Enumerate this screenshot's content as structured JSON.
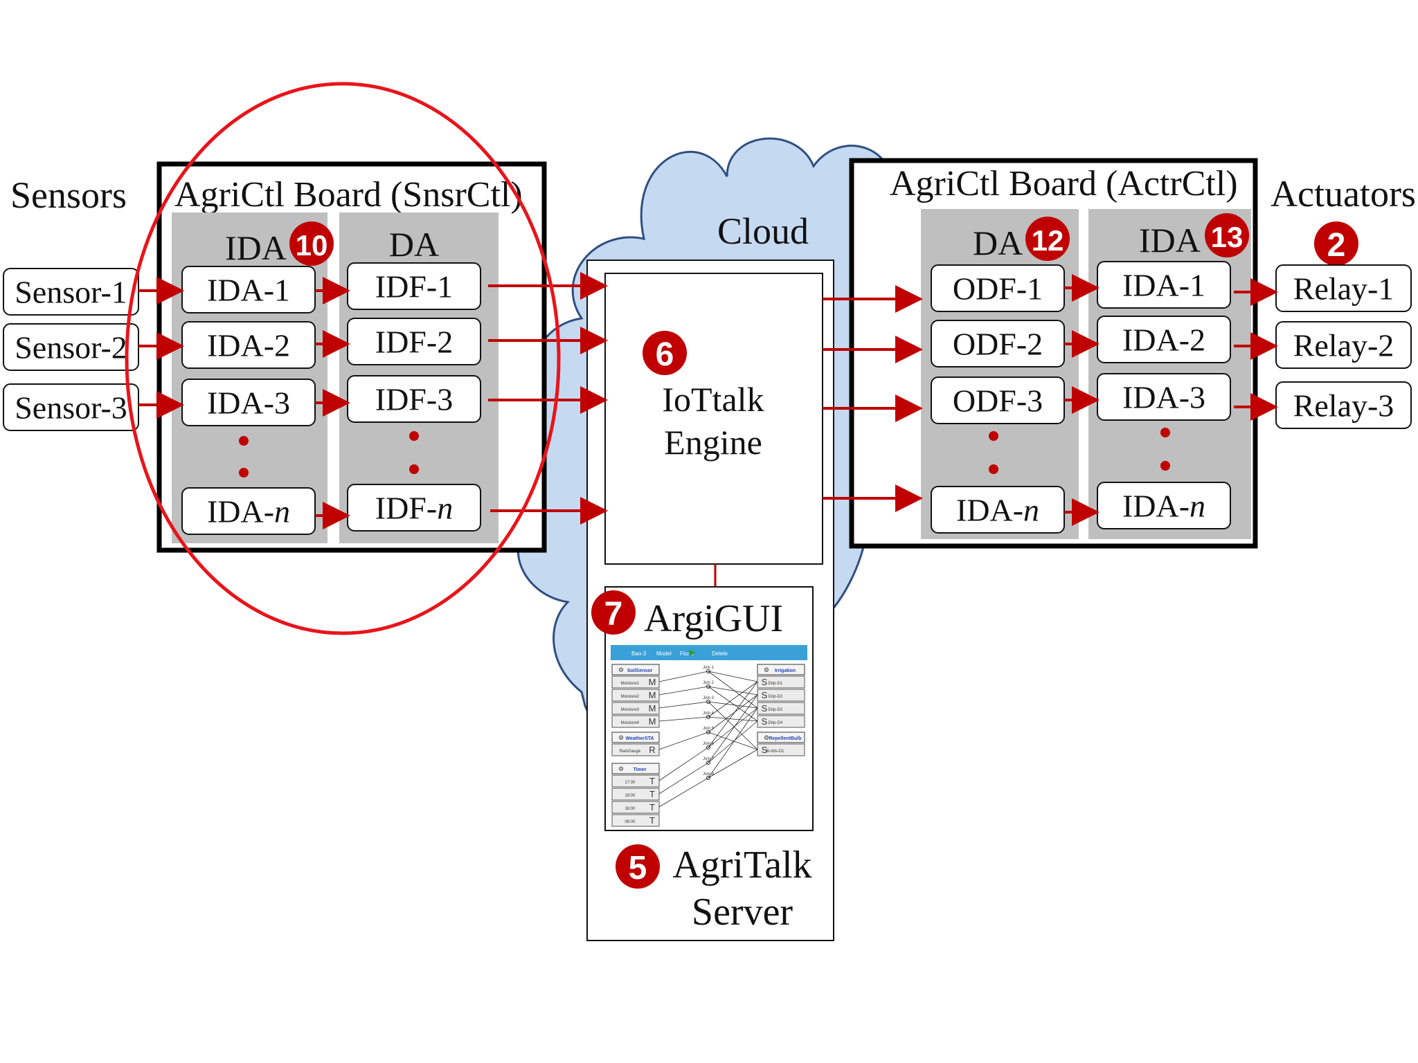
{
  "sensors_label": "Sensors",
  "actuators_label": "Actuators",
  "cloud_label": "Cloud",
  "snsr_board": {
    "title": "AgriCtl Board (SnsrCtl)",
    "ida_col_label": "IDA",
    "ida_badge": "10",
    "da_col_label": "DA",
    "ida_items": [
      "IDA-1",
      "IDA-2",
      "IDA-3"
    ],
    "ida_last_prefix": "IDA-",
    "da_items": [
      "IDF-1",
      "IDF-2",
      "IDF-3"
    ],
    "da_last_prefix": "IDF-",
    "n_var": "n"
  },
  "sensors": [
    "Sensor-1",
    "Sensor-2",
    "Sensor-3"
  ],
  "engine": {
    "badge": "6",
    "line1": "IoTtalk",
    "line2": "Engine"
  },
  "gui": {
    "badge": "7",
    "title": "ArgiGUI",
    "toolbar": [
      "Bao-3",
      "Model",
      "Flush",
      "Delete"
    ],
    "left_devices": [
      {
        "name": "SoilSensor",
        "rows": [
          "Moisture1",
          "Moisture2",
          "Moisture3",
          "Moisture4"
        ],
        "tag": "M"
      },
      {
        "name": "WeatherSTA",
        "rows": [
          "RainGauge"
        ],
        "tag": "R"
      },
      {
        "name": "Timer",
        "rows": [
          "17:30",
          "18:00",
          "16:00",
          "06:00"
        ],
        "tag": "T"
      }
    ],
    "right_devices": [
      {
        "name": "Irrigation",
        "rows": [
          "Drip-D1",
          "Drip-D2",
          "Drip-D3",
          "Drip-D4"
        ],
        "tag": "S"
      },
      {
        "name": "RepellentBulb",
        "rows": [
          "B-rbls-D1"
        ],
        "tag": "S"
      }
    ],
    "joins": [
      "Join 1",
      "Join 2",
      "Join 3",
      "Join 4",
      "Join 5",
      "Join 6",
      "Join 7",
      "Join 8"
    ]
  },
  "server": {
    "badge": "5",
    "line1": "AgriTalk",
    "line2": "Server"
  },
  "actr_board": {
    "title": "AgriCtl Board (ActrCtl)",
    "da_col_label": "DA",
    "da_badge": "12",
    "ida_col_label": "IDA",
    "ida_badge": "13",
    "da_items": [
      "ODF-1",
      "ODF-2",
      "ODF-3"
    ],
    "da_last_prefix": "IDA-",
    "ida_items": [
      "IDA-1",
      "IDA-2",
      "IDA-3"
    ],
    "ida_last_prefix": "IDA-",
    "n_var": "n"
  },
  "actuators_badge": "2",
  "relays": [
    "Relay-1",
    "Relay-2",
    "Relay-3"
  ],
  "colors": {
    "arrow": "#c00000",
    "badge": "#c00000",
    "cloud_fill": "#c5d9f1",
    "cloud_stroke": "#2f4f80",
    "column_gray": "#bfbfbf",
    "gui_toolbar": "#3aa0d8",
    "highlight_ellipse": "#e8141b"
  }
}
